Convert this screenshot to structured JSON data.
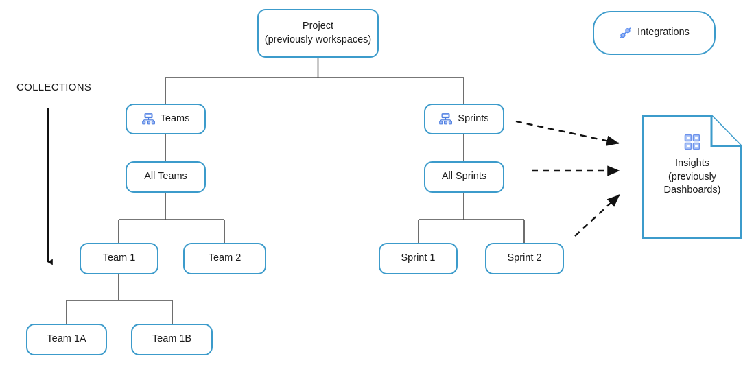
{
  "diagram": {
    "caption": "COLLECTIONS",
    "accent_color": "#3C9BCB",
    "icon_color": "#5B8DEF",
    "line_color": "#4a4a4a",
    "text_color": "#1b1b1b"
  },
  "nodes": {
    "project": {
      "label": "Project\n(previously workspaces)"
    },
    "integrations": {
      "label": "Integrations",
      "icon": "link-chain-icon"
    },
    "teams": {
      "label": "Teams",
      "icon": "org-chart-icon"
    },
    "sprints": {
      "label": "Sprints",
      "icon": "org-chart-icon"
    },
    "all_teams": {
      "label": "All Teams"
    },
    "all_sprints": {
      "label": "All Sprints"
    },
    "team1": {
      "label": "Team 1"
    },
    "team2": {
      "label": "Team 2"
    },
    "sprint1": {
      "label": "Sprint 1"
    },
    "sprint2": {
      "label": "Sprint 2"
    },
    "team1a": {
      "label": "Team 1A"
    },
    "team1b": {
      "label": "Team 1B"
    },
    "insights": {
      "label": "Insights\n(previously\nDashboards)",
      "icon": "grid-dashboard-icon"
    }
  }
}
